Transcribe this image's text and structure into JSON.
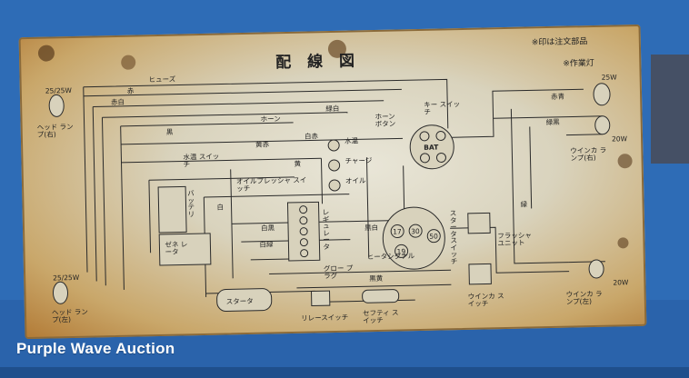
{
  "plate": {
    "title": "配 線 図",
    "note_order": "※印は注文部品",
    "note_worklight": "※作業灯",
    "labels": {
      "headlamp_watt_top": "25/25W",
      "headlamp_right": "ヘッド ランプ(右)",
      "headlamp_watt_bottom": "25/25W",
      "headlamp_left": "ヘッド ランプ(左)",
      "fuse": "ヒューズ",
      "horn": "ホーン",
      "horn_button": "ホーン ボタン",
      "key_switch": "キー スイッチ",
      "water_temp_switch": "水温 スイッチ",
      "oil_pressure_switch": "オイルプレッシャ スイッチ",
      "water_temp": "水温",
      "charge": "チャージ",
      "oil": "オイル",
      "battery": "バッテリ",
      "generator": "ゼネ レータ",
      "regulator": "レギュレータ",
      "glow_plug": "グロー プラグ",
      "heater_signal": "ヒータシグナル",
      "starter_switch": "スタータスイッチ",
      "flasher_unit": "フラッシャ ユニット",
      "winker_switch": "ウインカ スイッチ",
      "winker_lamp_right": "ウインカ ランプ(右)",
      "winker_lamp_left": "ウインカ ランプ(左)",
      "watt_25w": "25W",
      "watt_20w_top": "20W",
      "watt_20w_bottom": "20W",
      "starter": "スタータ",
      "relay_switch": "リレースイッチ",
      "safety_switch": "セフティ スイッチ",
      "bat": "BAT",
      "n17": "17",
      "n30": "30",
      "n50": "50",
      "n19": "19"
    },
    "wire_colors": [
      "赤",
      "赤白",
      "緑白",
      "黒",
      "黄",
      "白",
      "黄赤",
      "白黒",
      "緑黒",
      "赤青",
      "緑",
      "黒白",
      "白赤",
      "白緑",
      "黒黄"
    ]
  },
  "watermark": "Purple Wave Auction"
}
